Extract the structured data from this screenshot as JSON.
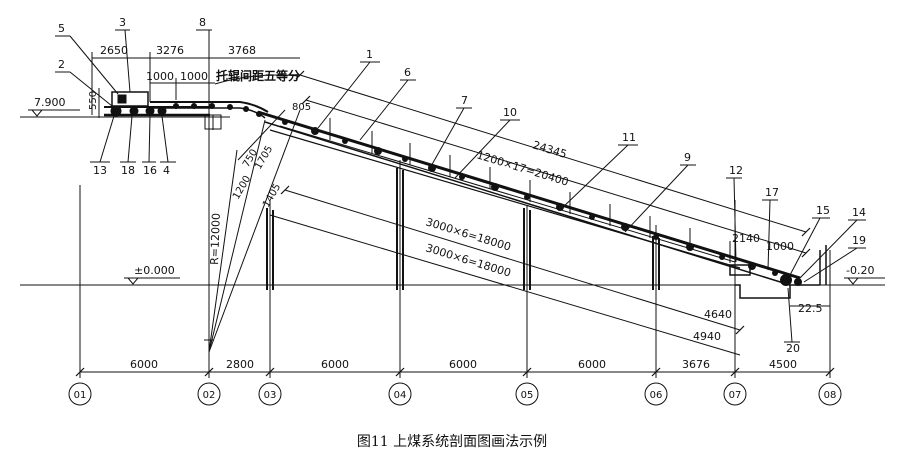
{
  "caption": "图11   上煤系统剖面图画法示例",
  "grid_axes": [
    "01",
    "02",
    "03",
    "04",
    "05",
    "06",
    "07",
    "08"
  ],
  "bay_dims": [
    "6000",
    "2800",
    "6000",
    "6000",
    "6000",
    "3676",
    "4500"
  ],
  "elevations": {
    "top": "7.900",
    "ground": "±0.000",
    "pit": "-0.20"
  },
  "top_dims": [
    "2650",
    "3276",
    "3768",
    "1000",
    "1000",
    "550"
  ],
  "roller_note": "托辊间距五等分",
  "slope_dims": {
    "total": "24345",
    "spacing": "1200×17=20400",
    "beam1": "3000×6=18000",
    "beam2": "3000×6=18000",
    "d805": "805",
    "d1705": "1705",
    "d750": "750",
    "d1200": "1200",
    "d1405": "1405",
    "d4640": "4640",
    "d4940": "4940",
    "d2140": "2140",
    "d1000": "1000",
    "d22_5": "22.5",
    "radius": "R=12000"
  },
  "callouts": [
    "1",
    "2",
    "3",
    "4",
    "5",
    "6",
    "7",
    "8",
    "9",
    "10",
    "11",
    "12",
    "13",
    "14",
    "15",
    "16",
    "17",
    "18",
    "19",
    "20"
  ]
}
